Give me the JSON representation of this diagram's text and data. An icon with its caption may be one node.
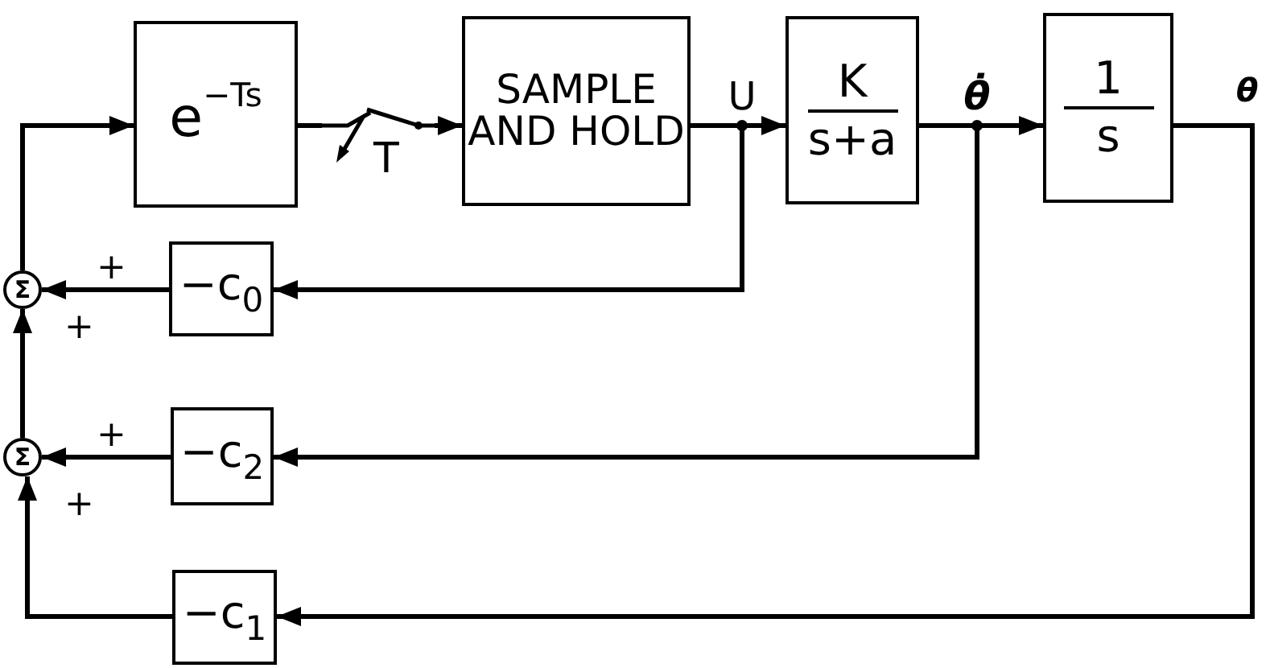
{
  "diagram": {
    "nodes": [
      {
        "text": [
          "e$^{−Ts}$"
        ]
      },
      {
        "text": [
          "T"
        ]
      },
      {
        "text": [
          "SAMPLE AND HOLD"
        ]
      },
      {
        "text": [
          "U"
        ]
      },
      {
        "text": [
          "K",
          "s+a"
        ]
      },
      {
        "text": [
          "θ̇"
        ]
      },
      {
        "text": [
          "1",
          "s"
        ]
      },
      {
        "text": [
          "θ"
        ]
      },
      {
        "text": [
          "Σ"
        ]
      },
      {
        "text": [
          "−c$_{0}$"
        ]
      },
      {
        "text": [
          "Σ"
        ]
      },
      {
        "text": [
          "−c$_{2}$"
        ]
      },
      {
        "text": [
          "−c$_{1}$"
        ]
      }
    ],
    "edges": [
      {
        "from": 0,
        "to": 1,
        "arrow": "none"
      },
      {
        "from": 1,
        "to": 2,
        "arrow": "to"
      },
      {
        "from": 2,
        "to": 3,
        "arrow": "none"
      },
      {
        "from": 3,
        "to": 4,
        "arrow": "to"
      },
      {
        "from": 4,
        "to": 5,
        "arrow": "none"
      },
      {
        "from": 5,
        "to": 6,
        "arrow": "to"
      },
      {
        "from": 6,
        "to": 7,
        "arrow": "none"
      },
      {
        "from": 3,
        "to": 9,
        "arrow": "to"
      },
      {
        "from": 9,
        "to": 8,
        "arrow": "to"
      },
      {
        "from": 5,
        "to": 11,
        "arrow": "to"
      },
      {
        "from": 11,
        "to": 10,
        "arrow": "to"
      },
      {
        "from": 7,
        "to": 12,
        "arrow": "to"
      },
      {
        "from": 12,
        "to": 10,
        "arrow": "to"
      },
      {
        "from": 10,
        "to": 8,
        "arrow": "to"
      },
      {
        "from": 8,
        "to": 0,
        "arrow": "to"
      }
    ],
    "labels": [
      "+",
      "+",
      "+",
      "+"
    ]
  }
}
